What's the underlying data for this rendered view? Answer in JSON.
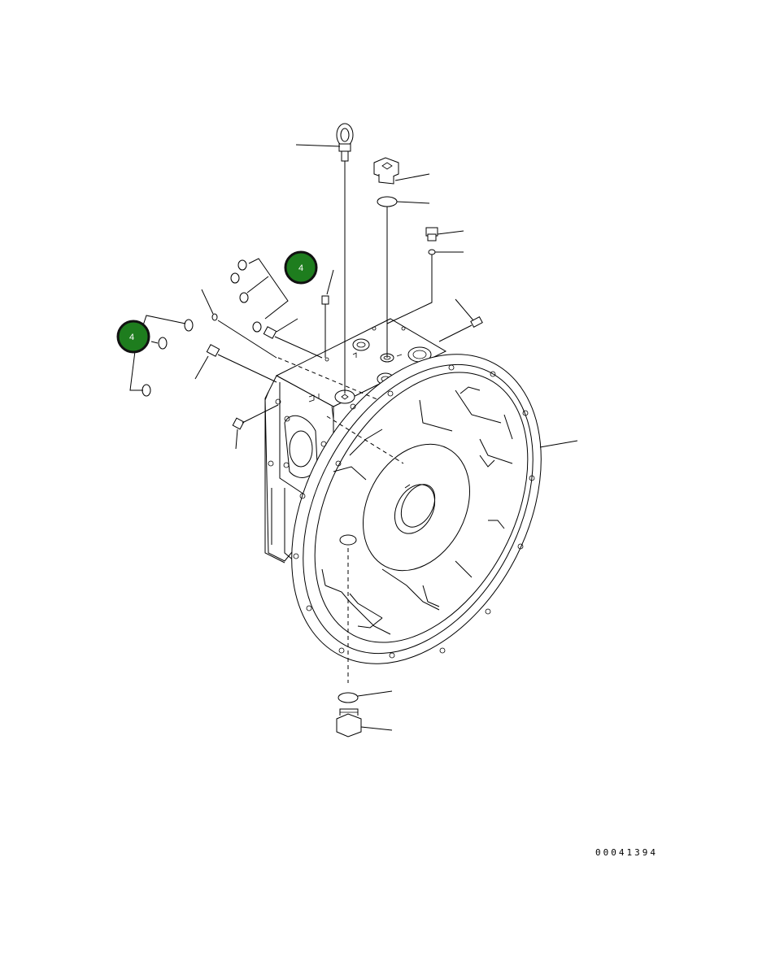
{
  "callouts": [
    {
      "label": "4",
      "color": "#1e7d1e"
    },
    {
      "label": "4",
      "color": "#1e7d1e"
    }
  ],
  "drawing_number": "00041394"
}
